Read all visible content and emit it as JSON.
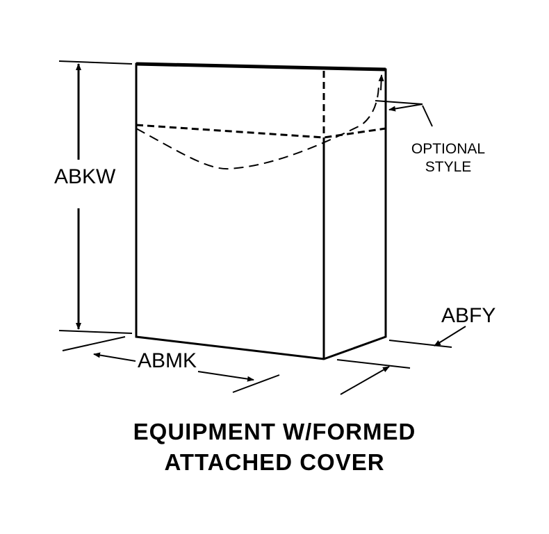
{
  "labels": {
    "height": "ABKW",
    "width": "ABMK",
    "depth": "ABFY",
    "optional_line1": "OPTIONAL",
    "optional_line2": "STYLE"
  },
  "title": {
    "line1": "EQUIPMENT W/FORMED",
    "line2": "ATTACHED COVER"
  }
}
